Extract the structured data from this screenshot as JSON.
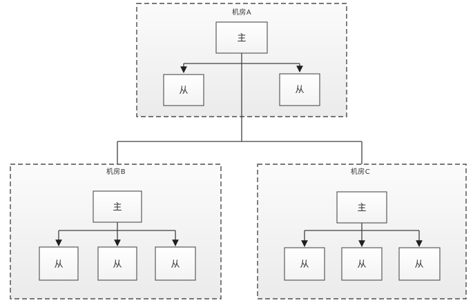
{
  "diagram": {
    "description_visible_text_only": "",
    "rooms": [
      {
        "label": "机房A",
        "master": {
          "label": "主"
        },
        "slaves": [
          {
            "label": "从"
          },
          {
            "label": "从"
          }
        ]
      },
      {
        "label": "机房B",
        "master": {
          "label": "主"
        },
        "slaves": [
          {
            "label": "从"
          },
          {
            "label": "从"
          },
          {
            "label": "从"
          }
        ]
      },
      {
        "label": "机房C",
        "master": {
          "label": "主"
        },
        "slaves": [
          {
            "label": "从"
          },
          {
            "label": "从"
          },
          {
            "label": "从"
          }
        ]
      }
    ],
    "colors": {
      "background": "#ffffff",
      "line": "#3f3f3f",
      "arrowhead": "#1f1f1f",
      "room_border": "#4a4a4a",
      "room_fill_top": "#fbfbfb",
      "room_fill_bottom": "#ebebeb",
      "node_border": "#5a5a5a",
      "node_fill_top": "#ffffff",
      "node_fill_bottom": "#f3f3f3",
      "text": "#2f2f2f"
    }
  }
}
